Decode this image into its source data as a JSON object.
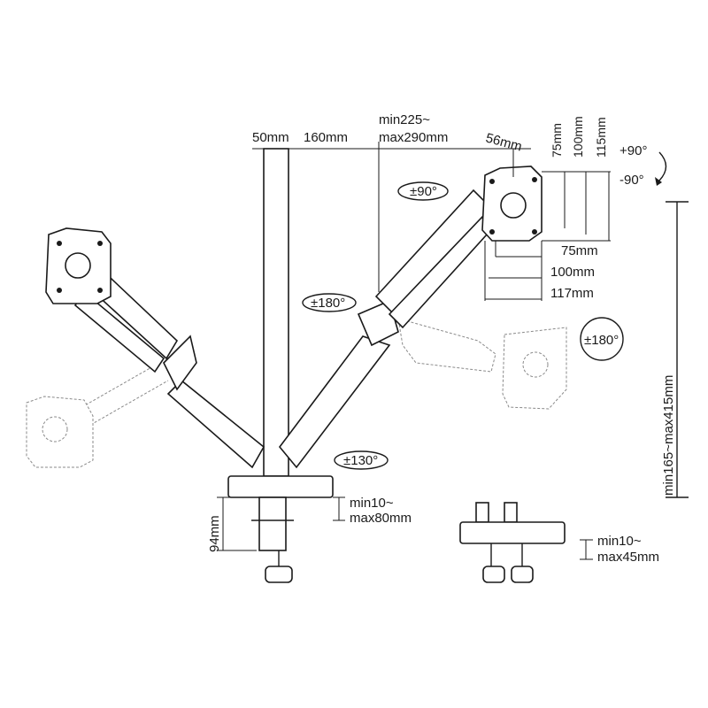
{
  "dimensions": {
    "arm_offset_50": "50mm",
    "arm_offset_160": "160mm",
    "arm_reach_min": "min225~",
    "arm_reach_max": "max290mm",
    "vesa_offset": "56mm",
    "vesa_v75": "75mm",
    "vesa_v100": "100mm",
    "vesa_v115": "115mm",
    "vesa_h75": "75mm",
    "vesa_h100": "100mm",
    "vesa_h117": "117mm",
    "height_range": "min165~max415mm",
    "clamp_height": "94mm",
    "clamp_desk_min": "min10~",
    "clamp_desk_max": "max80mm",
    "grommet_min": "min10~",
    "grommet_max": "max45mm"
  },
  "rotations": {
    "tilt_plus": "+90°",
    "tilt_minus": "-90°",
    "swivel_head": "±90°",
    "arm_rotation": "±180°",
    "pivot_rotation": "±180°",
    "base_rotation": "±130°"
  }
}
